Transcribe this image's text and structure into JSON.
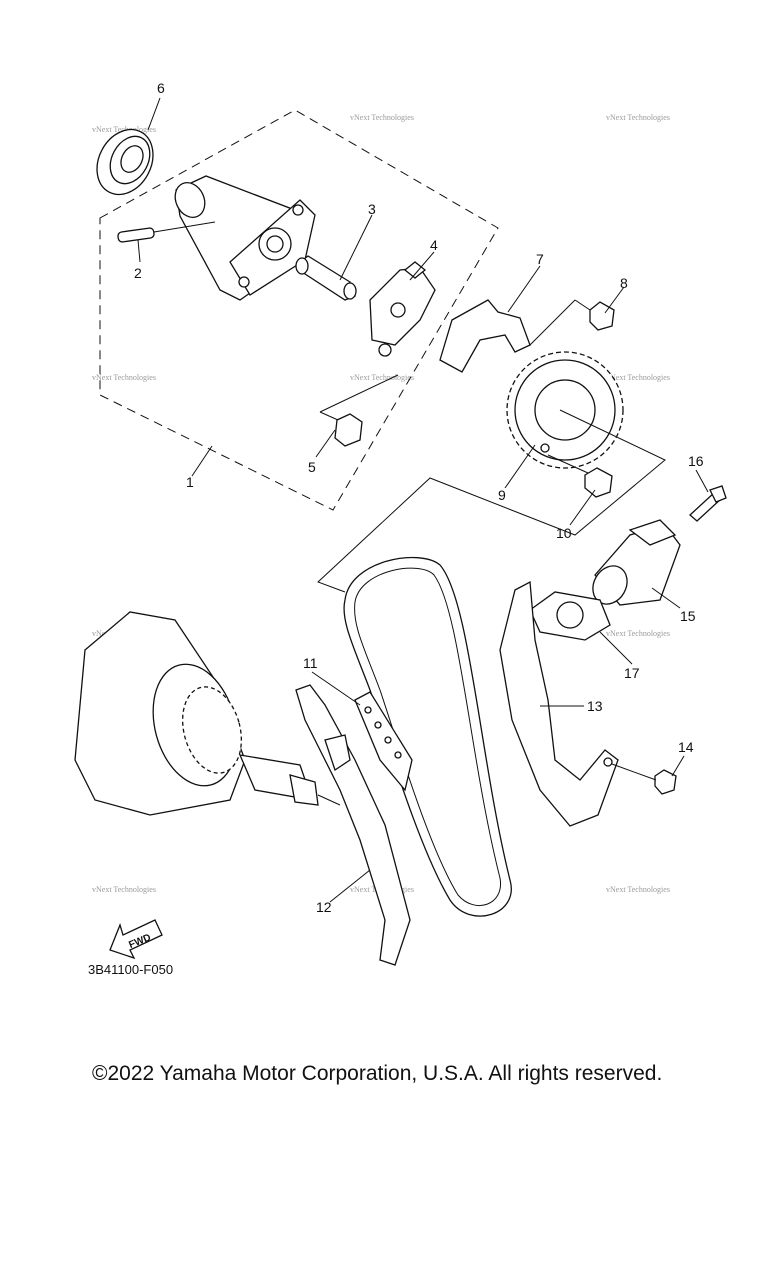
{
  "diagram": {
    "callouts": [
      "1",
      "2",
      "3",
      "4",
      "5",
      "6",
      "7",
      "8",
      "9",
      "10",
      "11",
      "12",
      "13",
      "14",
      "15",
      "16",
      "17"
    ],
    "diagram_code": "3B41100-F050",
    "fwd_label": "FWD",
    "watermark": "vNext Technologies"
  },
  "footer": {
    "copyright": "©2022 Yamaha Motor Corporation, U.S.A. All rights reserved."
  }
}
